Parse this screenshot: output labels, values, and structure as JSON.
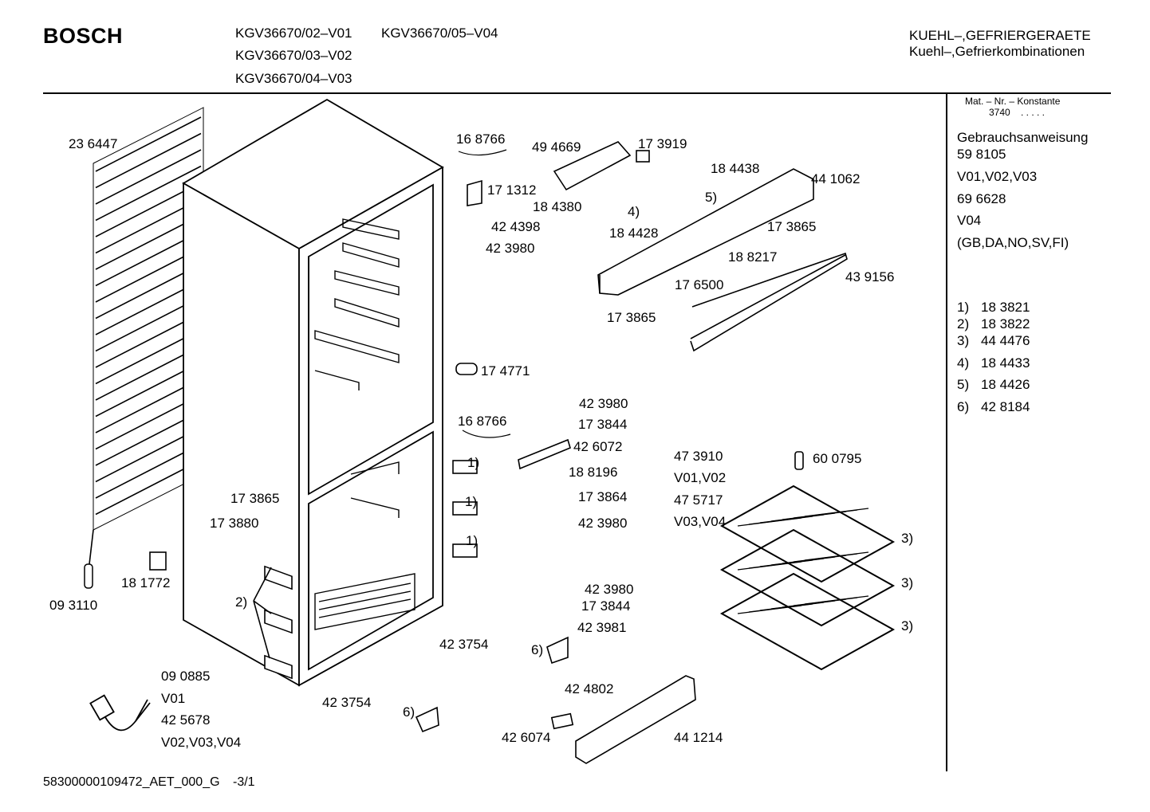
{
  "header": {
    "brand": "BOSCH",
    "models": [
      "KGV36670/02–V01",
      "KGV36670/05–V04",
      "KGV36670/03–V02",
      "KGV36670/04–V03"
    ],
    "category_line1": "KUEHL–,GEFRIERGERAETE",
    "category_line2": "Kuehl–,Gefrierkombinationen"
  },
  "sidebar": {
    "mat_nr_label": "Mat. – Nr. – Konstante",
    "mat_nr_value": "3740",
    "mat_nr_dots": ". . . . .",
    "manual_label": "Gebrauchsanweisung",
    "manual_number": "59 8105",
    "variants_a": "V01,V02,V03",
    "number_a": "69 6628",
    "variant_b": "V04",
    "languages": "(GB,DA,NO,SV,FI)",
    "notes": [
      {
        "key": "1)",
        "value": "18 3821"
      },
      {
        "key": "2)",
        "value": "18 3822"
      },
      {
        "key": "3)",
        "value": "44 4476"
      },
      {
        "key": "4)",
        "value": "18 4433"
      },
      {
        "key": "5)",
        "value": "18 4426"
      },
      {
        "key": "6)",
        "value": "42 8184"
      }
    ]
  },
  "parts": {
    "p236447": "23 6447",
    "p168766a": "16 8766",
    "p494669": "49 4669",
    "p173919": "17 3919",
    "p184438": "18 4438",
    "p441062": "44 1062",
    "p171312": "17 1312",
    "p184380": "18 4380",
    "p424398": "42 4398",
    "p423980a": "42 3980",
    "n4": "4)",
    "p184428": "18 4428",
    "n5": "5)",
    "p173865a": "17 3865",
    "p188217": "18 8217",
    "p439156": "43 9156",
    "p176500": "17 6500",
    "p173865b": "17 3865",
    "p174771": "17 4771",
    "p423980b": "42 3980",
    "p173844a": "17 3844",
    "p168766b": "16 8766",
    "p426072": "42 6072",
    "p188196": "18 8196",
    "p173864": "17 3864",
    "p423980c": "42 3980",
    "p473910": "47 3910",
    "v0102": "V01,V02",
    "p475717": "47 5717",
    "v0304": "V03,V04",
    "p600795": "60 0795",
    "n1a": "1)",
    "n1b": "1)",
    "n1c": "1)",
    "n3a": "3)",
    "n3b": "3)",
    "n3c": "3)",
    "p173865c": "17 3865",
    "p173880": "17 3880",
    "p181772": "18 1772",
    "p093110": "09 3110",
    "n2": "2)",
    "p423754a": "42 3754",
    "p423754b": "42 3754",
    "p423980d": "42 3980",
    "p173844b": "17 3844",
    "p423981": "42 3981",
    "n6a": "6)",
    "p424802": "42 4802",
    "p090885": "09 0885",
    "v01": "V01",
    "p425678": "42 5678",
    "v020304": "V02,V03,V04",
    "n6b": "6)",
    "p426074": "42 6074",
    "p441214": "44 1214"
  },
  "footer": {
    "doc_id": "58300000109472_AET_000_G",
    "page": "-3/1"
  }
}
